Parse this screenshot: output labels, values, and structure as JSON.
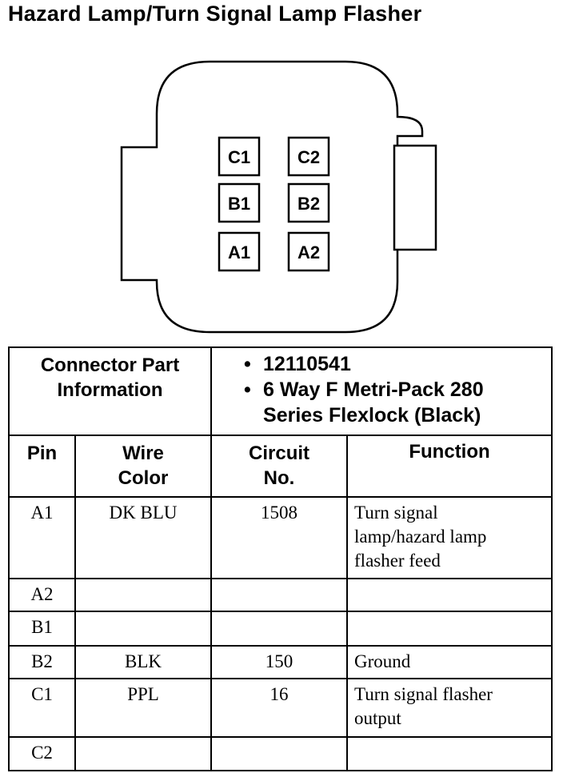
{
  "title": "Hazard Lamp/Turn Signal Lamp Flasher",
  "connector": {
    "cavities": [
      "C1",
      "C2",
      "B1",
      "B2",
      "A1",
      "A2"
    ]
  },
  "part_info": {
    "label_line1": "Connector Part",
    "label_line2": "Information",
    "part_number": "12110541",
    "description_line1": "6 Way F Metri-Pack 280",
    "description_line2": "Series Flexlock (Black)"
  },
  "columns": {
    "pin": "Pin",
    "wire_color_line1": "Wire",
    "wire_color_line2": "Color",
    "circuit_line1": "Circuit",
    "circuit_line2": "No.",
    "function": "Function"
  },
  "rows": [
    {
      "pin": "A1",
      "wire_color": "DK BLU",
      "circuit": "1508",
      "function_lines": [
        "Turn signal",
        "lamp/hazard lamp",
        "flasher feed"
      ]
    },
    {
      "pin": "A2",
      "wire_color": "",
      "circuit": "",
      "function_lines": [
        ""
      ]
    },
    {
      "pin": "B1",
      "wire_color": "",
      "circuit": "",
      "function_lines": [
        ""
      ]
    },
    {
      "pin": "B2",
      "wire_color": "BLK",
      "circuit": "150",
      "function_lines": [
        "Ground"
      ]
    },
    {
      "pin": "C1",
      "wire_color": "PPL",
      "circuit": "16",
      "function_lines": [
        "Turn signal flasher",
        "output"
      ]
    },
    {
      "pin": "C2",
      "wire_color": "",
      "circuit": "",
      "function_lines": [
        ""
      ]
    }
  ]
}
